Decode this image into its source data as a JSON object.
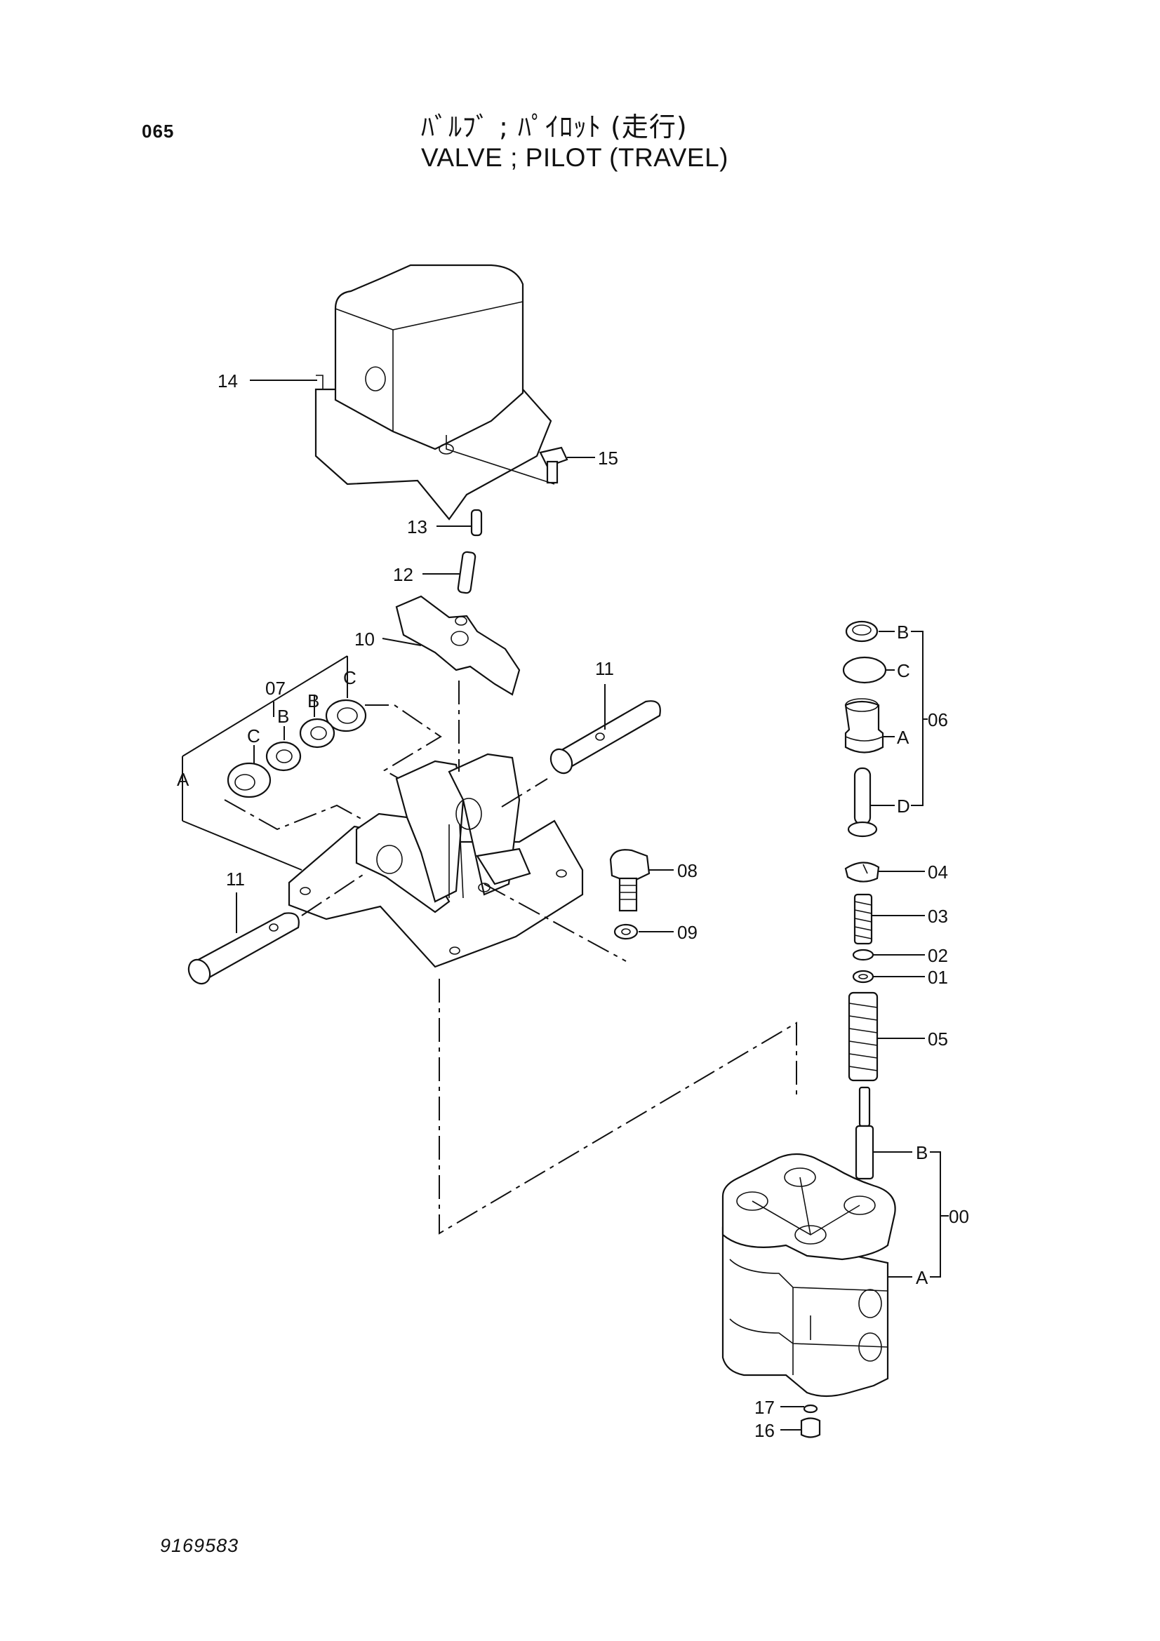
{
  "header": {
    "page_code": "065",
    "title_jp": "ﾊﾞﾙﾌﾞ ; ﾊﾟｲﾛｯﾄ (走行)",
    "title_en": "VALVE ; PILOT (TRAVEL)"
  },
  "footer": {
    "doc_number": "9169583"
  },
  "callouts": {
    "p14": "14",
    "p15": "15",
    "p13": "13",
    "p12": "12",
    "p10": "10",
    "p11a": "11",
    "p11b": "11",
    "p07": "07",
    "p08": "08",
    "p09": "09",
    "p06": "06",
    "p04": "04",
    "p03": "03",
    "p02": "02",
    "p01": "01",
    "p05": "05",
    "p00": "00",
    "p17": "17",
    "p16": "16",
    "l07_C1": "C",
    "l07_B1": "B",
    "l07_B2": "B",
    "l07_C2": "C",
    "l07_A": "A",
    "l06_B": "B",
    "l06_C": "C",
    "l06_A": "A",
    "l06_D": "D",
    "l00_B": "B",
    "l00_A": "A"
  }
}
